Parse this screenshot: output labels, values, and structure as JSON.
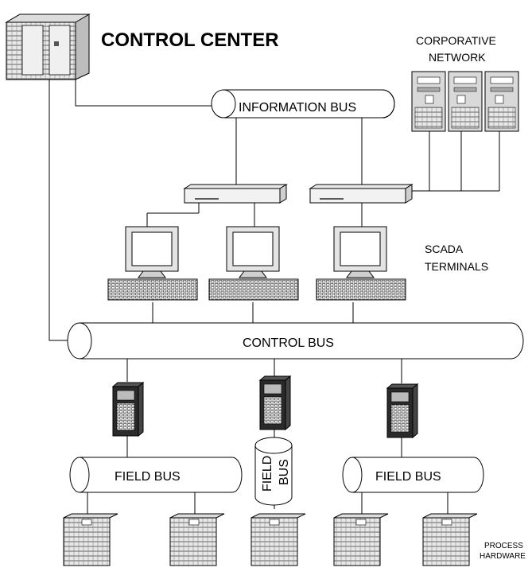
{
  "labels": {
    "control_center": "CONTROL CENTER",
    "corporative_line1": "CORPORATIVE",
    "corporative_line2": "NETWORK",
    "information_bus": "INFORMATION BUS",
    "scada_line1": "SCADA",
    "scada_line2": "TERMINALS",
    "control_bus": "CONTROL BUS",
    "field_bus_left": "FIELD BUS",
    "field_bus_center_line1": "FIELD",
    "field_bus_center_line2": "BUS",
    "field_bus_right": "FIELD BUS",
    "process_line1": "PROCESS",
    "process_line2": "HARDWARE"
  },
  "colors": {
    "line": "#000000",
    "mainframe": "#c8c8c8",
    "device_dark": "#2a2a2a",
    "device_light": "#e6e6e6"
  }
}
